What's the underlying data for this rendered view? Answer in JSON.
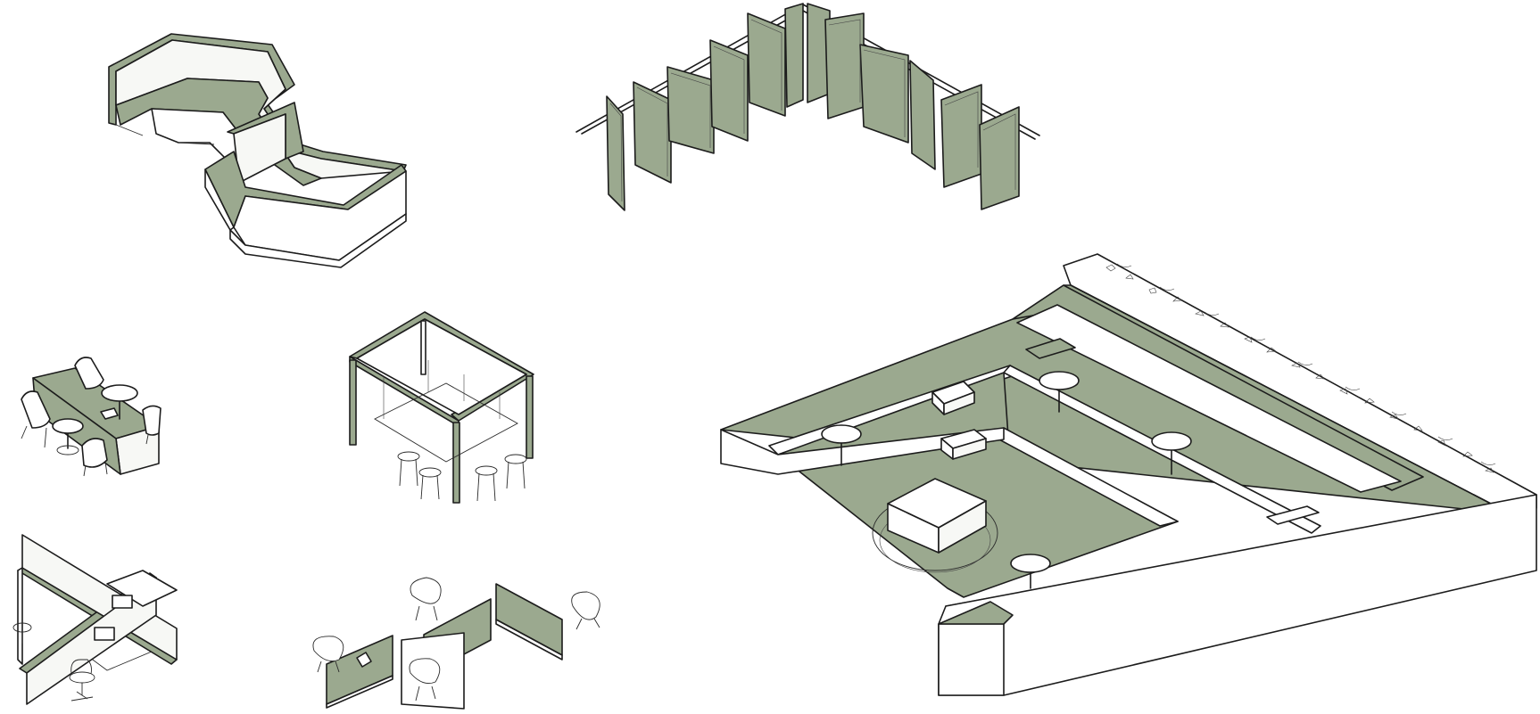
{
  "palette": {
    "background": "#ffffff",
    "accent_green": "#9ba98f",
    "line": "#1c1c1c",
    "light_face": "#f7f8f5"
  },
  "objects": [
    {
      "name": "hexagonal-booth"
    },
    {
      "name": "folding-partition"
    },
    {
      "name": "stepped-seating-platform"
    },
    {
      "name": "lounge-desk-cluster"
    },
    {
      "name": "pergola-meeting-pod"
    },
    {
      "name": "workstation-cross"
    },
    {
      "name": "zigzag-screens-with-chairs"
    }
  ]
}
